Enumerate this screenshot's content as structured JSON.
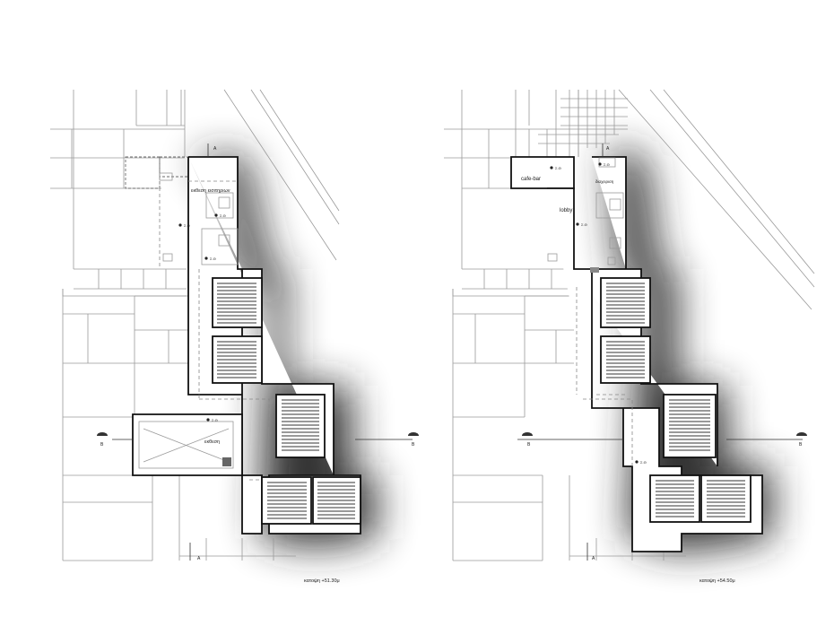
{
  "plans": [
    {
      "caption": "κατοψη +51.30μ",
      "rooms": {
        "exhibition_label": "εκθεση",
        "exhibition_top_label": "εκθεση εισιτηριων"
      },
      "section_marks": [
        "A",
        "A",
        "B",
        "B"
      ],
      "level_marks": [
        "Σ.Θ",
        "Σ.Θ",
        "Σ.Θ",
        "Σ.Θ"
      ]
    },
    {
      "caption": "κατοψη +54.50μ",
      "rooms": {
        "cafe_label": "cafe-bar",
        "lobby_label": "lobby",
        "storage_label": "διαχειριση"
      },
      "section_marks": [
        "A",
        "A",
        "B",
        "B"
      ],
      "level_marks": [
        "Σ.Θ",
        "Σ.Θ",
        "Σ.Θ",
        "Σ.Θ"
      ]
    }
  ],
  "colors": {
    "wall": "#111111",
    "context": "#9a9a9a",
    "shadow": "#2a2a2a"
  }
}
